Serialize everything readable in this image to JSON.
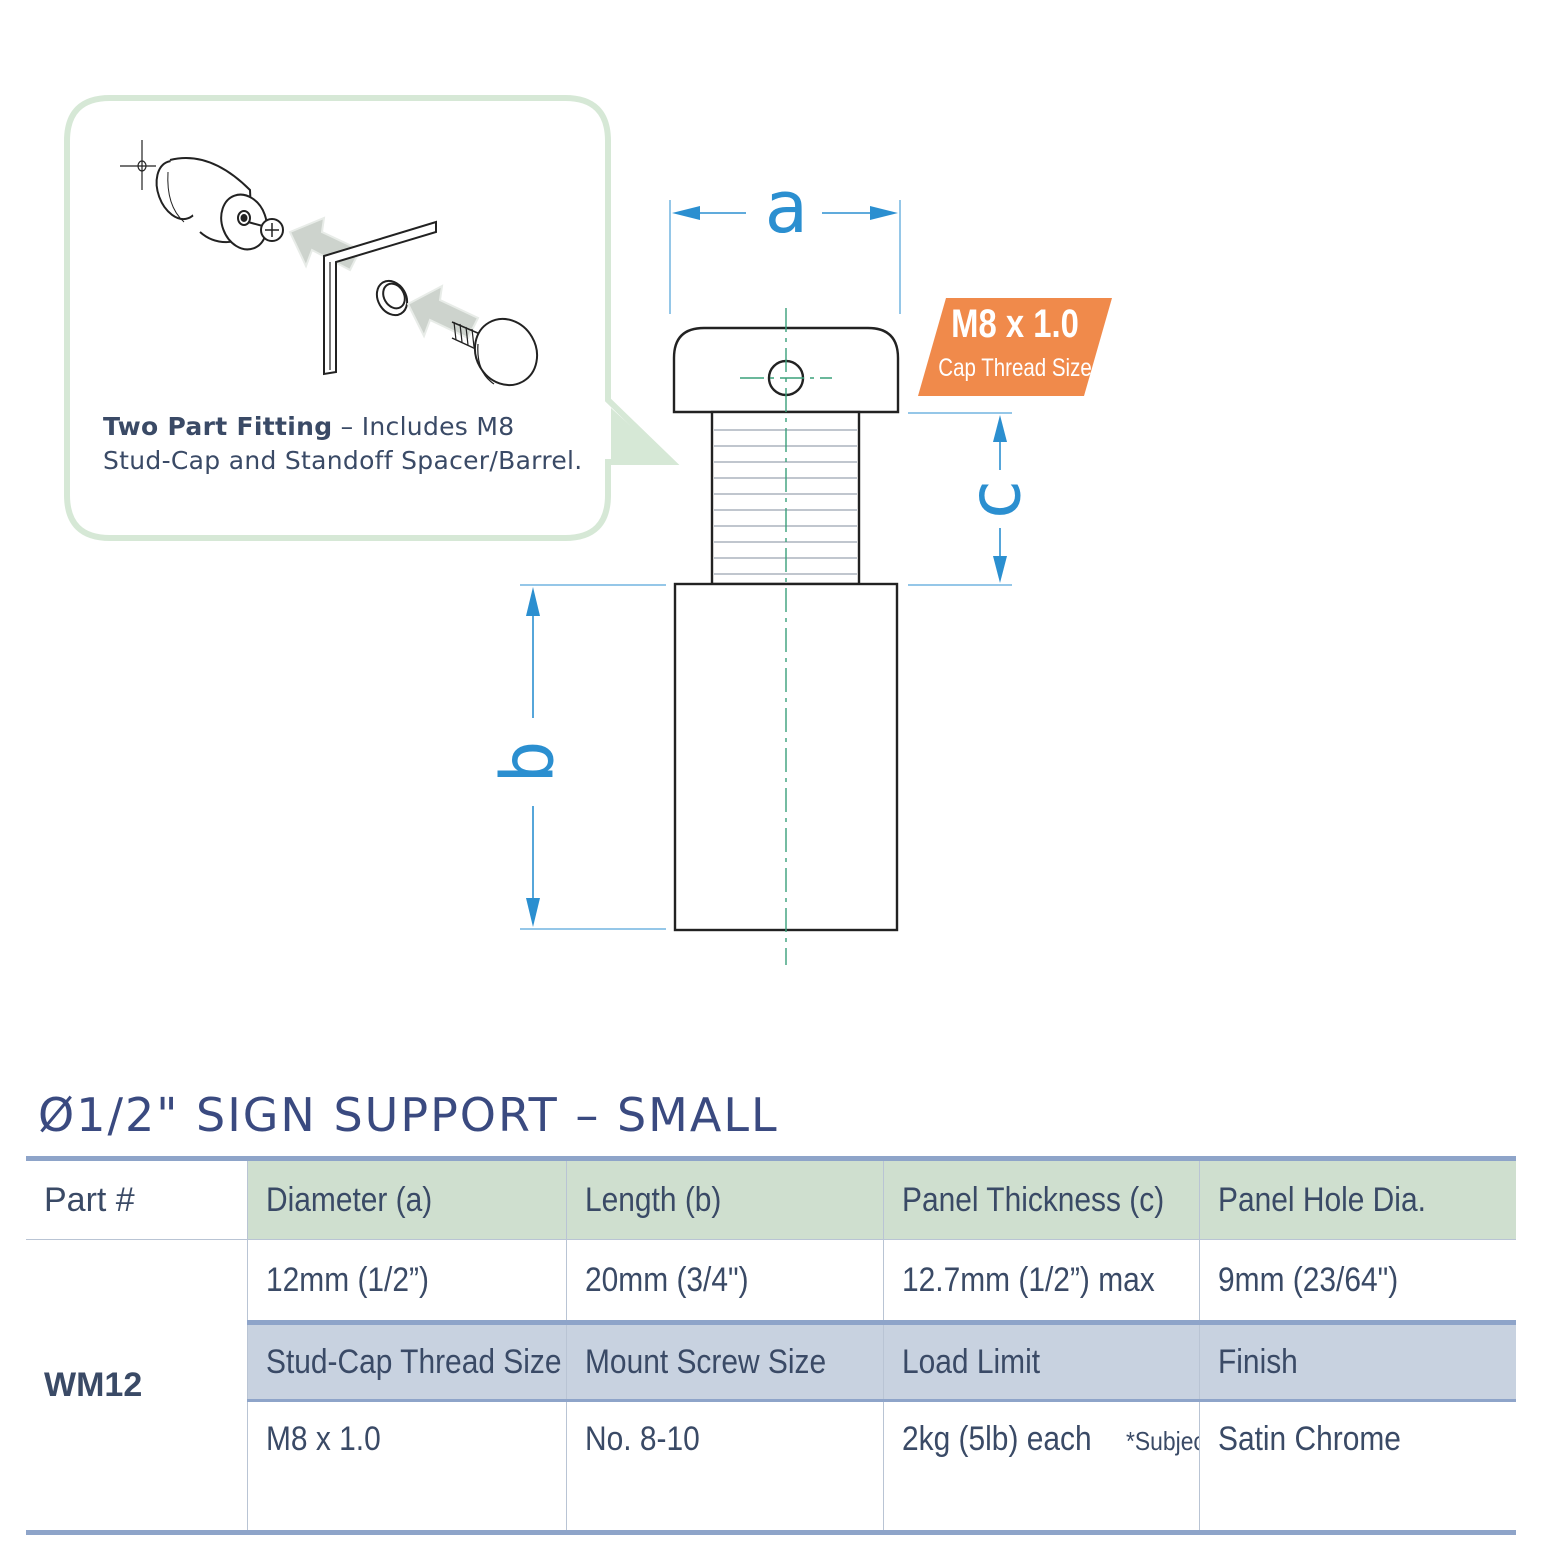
{
  "callout": {
    "title": "Two Part Fitting",
    "dash": " – ",
    "text_line1": "Includes M8",
    "text_line2": "Stud-Cap and Standoff Spacer/Barrel."
  },
  "dimension_labels": {
    "a": "a",
    "b": "b",
    "c": "c"
  },
  "thread_badge": {
    "value": "M8 x 1.0",
    "label": "Cap Thread Size"
  },
  "product_title": "Ø1/2\" SIGN SUPPORT – SMALL",
  "table": {
    "part_label": "Part #",
    "part_number": "WM12",
    "header1": [
      "Diameter (a)",
      "Length (b)",
      "Panel Thickness (c)",
      "Panel Hole Dia."
    ],
    "row1": [
      "12mm (1/2”)",
      "20mm (3/4\")",
      "12.7mm (1/2”) max",
      "9mm (23/64\")"
    ],
    "header2": [
      "Stud-Cap Thread Size",
      "Mount Screw Size",
      "Load Limit",
      "Finish"
    ],
    "row2": [
      "M8 x 1.0",
      "No. 8-10",
      "2kg (5lb) each",
      "Satin Chrome"
    ],
    "row2_note": "*Subject to fixing"
  },
  "colors": {
    "dimension_blue": "#2b8fd0",
    "badge_orange": "#f08a4b",
    "callout_border": "#d6e8d6",
    "rule_blue": "#8ea4c9"
  },
  "icons": [
    "phillips-screw-icon",
    "assembly-arrow-icon",
    "panel-icon",
    "stud-cap-icon"
  ]
}
